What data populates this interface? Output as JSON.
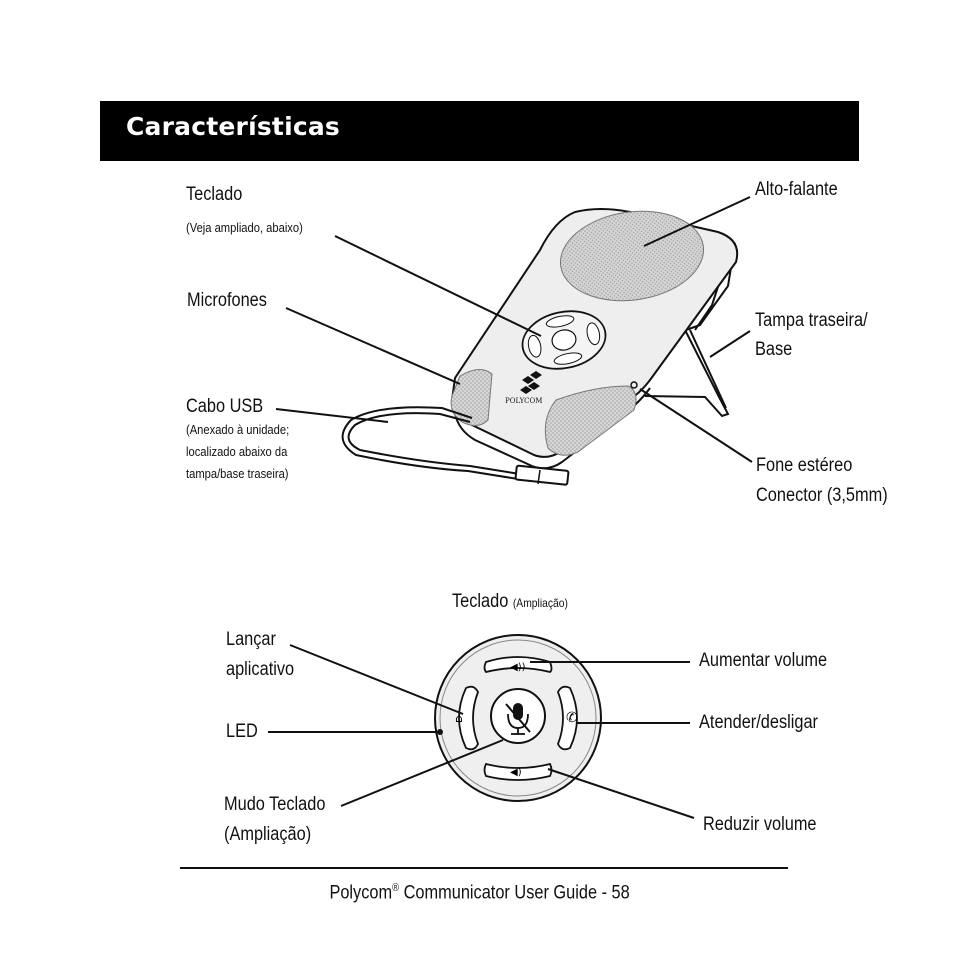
{
  "section_title": "Características",
  "device_labels": {
    "keypad": "Teclado",
    "keypad_note": "(Veja ampliado, abaixo)",
    "speaker": "Alto-falante",
    "microphones": "Microfones",
    "back_cover_line1": "Tampa traseira/",
    "back_cover_line2": "Base",
    "usb_cable": "Cabo USB",
    "usb_note_line1": "(Anexado à unidade;",
    "usb_note_line2": "localizado abaixo da",
    "usb_note_line3": "tampa/base traseira)",
    "headset_line1": "Fone estéreo",
    "headset_line2": "Conector (3,5mm)",
    "brand_mark": "POLYCOM"
  },
  "keypad_labels": {
    "heading": "Teclado",
    "heading_note": "(Ampliação)",
    "launch_line1": "Lançar",
    "launch_line2": "aplicativo",
    "led": "LED",
    "mute_line1": "Mudo Teclado",
    "mute_line2": "(Ampliação)",
    "volume_up": "Aumentar volume",
    "answer_hangup": "Atender/desligar",
    "volume_down": "Reduzir volume"
  },
  "footer": {
    "brand": "Polycom",
    "registered": "®",
    "rest": " Communicator User Guide - 58"
  }
}
